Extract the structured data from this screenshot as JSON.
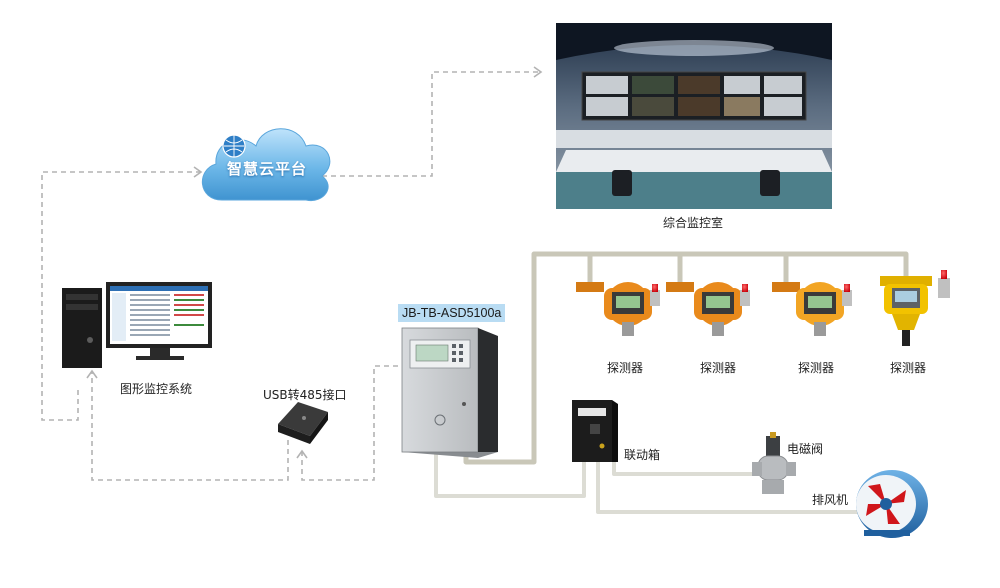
{
  "cloud": {
    "label": "智慧云平台"
  },
  "control_room": {
    "label": "综合监控室"
  },
  "controller": {
    "model": "JB-TB-ASD5100a"
  },
  "monitor_system": {
    "label": "图形监控系统"
  },
  "usb_converter": {
    "label": "USB转485接口"
  },
  "detectors": [
    {
      "label": "探测器"
    },
    {
      "label": "探测器"
    },
    {
      "label": "探测器"
    },
    {
      "label": "探测器"
    }
  ],
  "linkage_box": {
    "label": "联动箱"
  },
  "solenoid_valve": {
    "label": "电磁阀"
  },
  "exhaust_fan": {
    "label": "排风机"
  },
  "colors": {
    "pipe": "#c9c7b8",
    "pipe_light": "#dcdcd4",
    "dashed_link": "#b3b3b3",
    "cloud": "#6cb7e8",
    "detector_orange": "#e98a1c",
    "detector_yellow": "#f2c200",
    "alarm_red": "#d8101a"
  }
}
